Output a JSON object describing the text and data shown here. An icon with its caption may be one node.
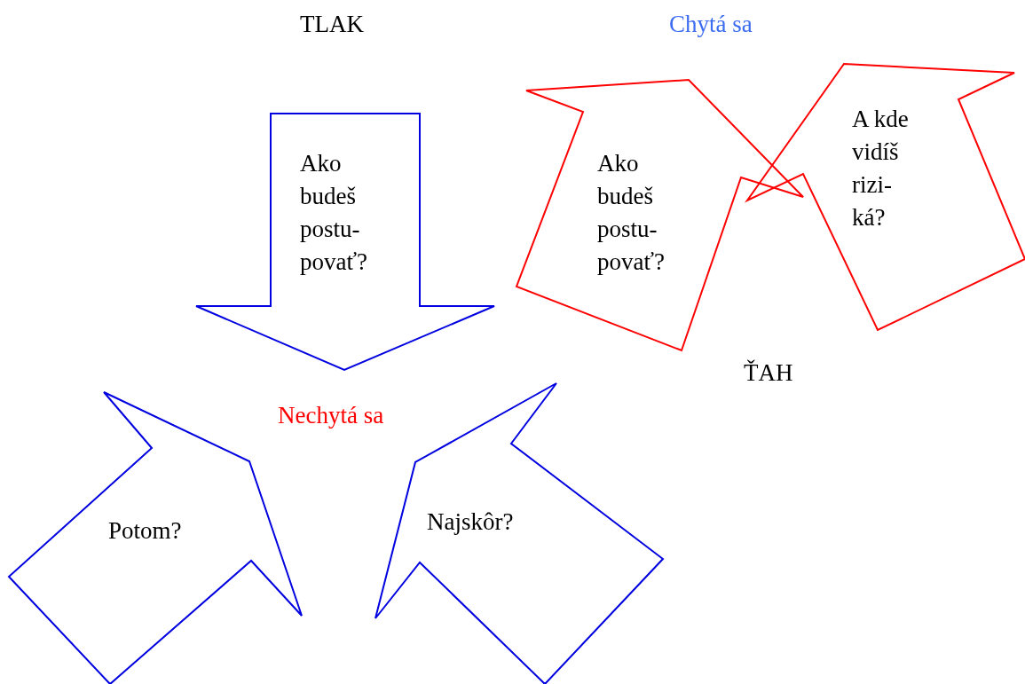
{
  "diagram": {
    "nodes": [
      {
        "text": [
          "Ako budeš postu- povať?"
        ]
      },
      {
        "text": [
          "Ako budeš postu- povať?"
        ]
      },
      {
        "text": [
          "A kde vidíš rizi- ká?"
        ]
      },
      {
        "text": [
          "Potom?"
        ]
      },
      {
        "text": [
          "Najskôr?"
        ]
      }
    ],
    "labels": [
      "TLAK",
      "Chytá sa",
      "Nechytá sa",
      "ŤAH"
    ]
  }
}
